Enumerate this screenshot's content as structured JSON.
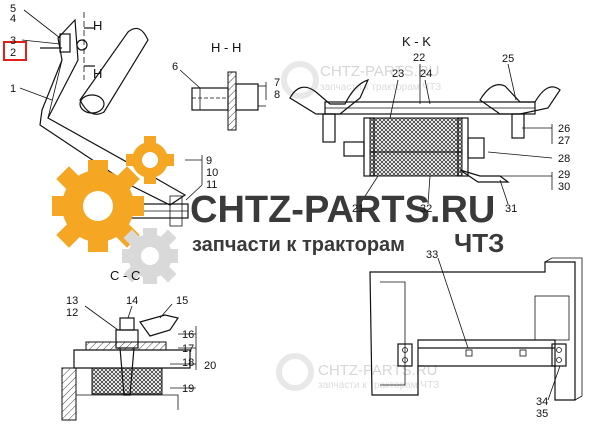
{
  "labels": {
    "sections": {
      "hh": "H - H",
      "kk": "K - K",
      "cc": "C - C",
      "h_top": "H",
      "h_bottom": "H"
    },
    "callouts": {
      "c1": "1",
      "c2": "2",
      "c3": "3",
      "c4": "4",
      "c5": "5",
      "c6": "6",
      "c7": "7",
      "c8": "8",
      "c9": "9",
      "c10": "10",
      "c11": "11",
      "c12": "12",
      "c13": "13",
      "c14": "14",
      "c15": "15",
      "c16": "16",
      "c17": "17",
      "c18": "18",
      "c19": "19",
      "c20": "20",
      "c21": "21",
      "c22": "22",
      "c23": "23",
      "c24": "24",
      "c25": "25",
      "c26": "26",
      "c27": "27",
      "c28": "28",
      "c29": "29",
      "c30": "30",
      "c31": "31",
      "c32": "32",
      "c33": "33",
      "c34": "34",
      "c35": "35"
    }
  },
  "watermark": {
    "main": "CHTZ-PARTS.RU",
    "sub": "запчасти к тракторам",
    "brand": "ЧТЗ",
    "faint_main": "CHTZ-PARTS.RU",
    "faint_sub": "запчасти к тракторам ЧТЗ"
  },
  "colors": {
    "gear_orange": "#f5a623",
    "gear_gray": "#d9d9d9",
    "highlight_box": "#e0201b"
  },
  "icons": [
    "gear-icon-large",
    "gear-icon-small"
  ]
}
